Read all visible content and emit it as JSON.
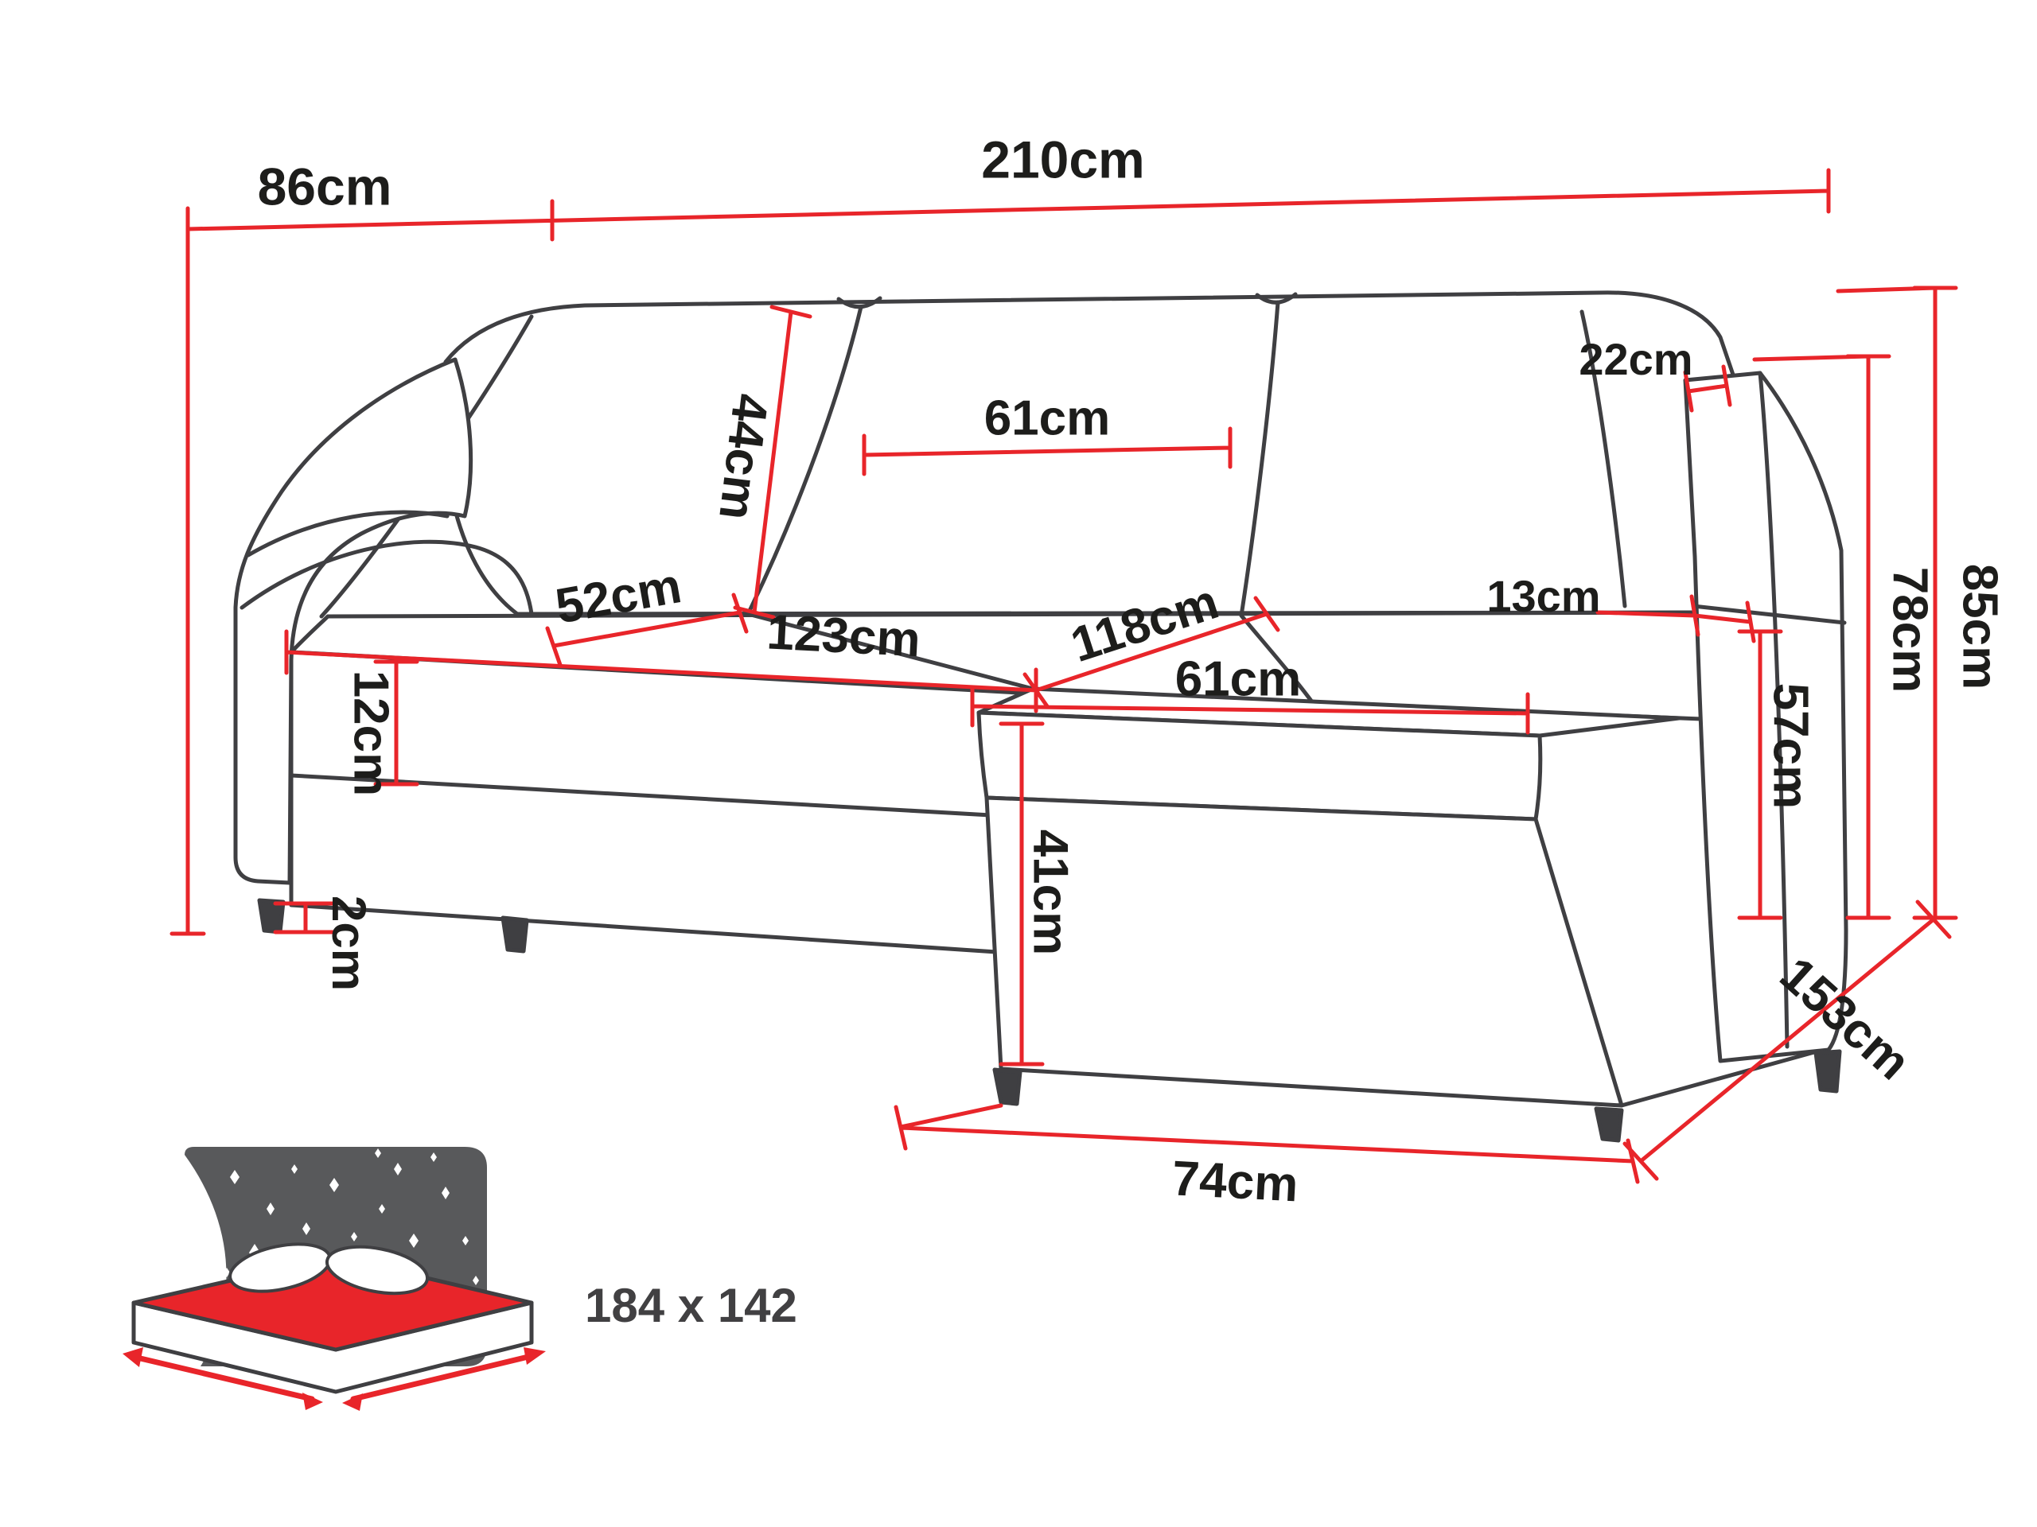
{
  "diagram": {
    "type": "furniture-dimension-diagram",
    "product": "corner sofa bed with chaise",
    "labels": {
      "depth": "86cm",
      "width": "210cm",
      "armtop": "22cm",
      "back_cushion_h": "44cm",
      "back_cushion_w": "61cm",
      "seat_depth": "52cm",
      "seat_w": "123cm",
      "chaise_len": "118cm",
      "chaise_seat_w": "61cm",
      "cushion_th": "12cm",
      "arm_w": "13cm",
      "height": "85cm",
      "back_h": "78cm",
      "arm_h": "57cm",
      "chaise_h": "41cm",
      "leg_h": "2cm",
      "chaise_depth": "153cm",
      "chaise_w": "74cm"
    },
    "bed": {
      "label": "184 x 142"
    },
    "colors": {
      "outline": "#3f3f42",
      "dimension": "#e8252a",
      "text": "#1d1d1b",
      "icon_bg": "#58595b",
      "icon_accent": "#e8252a",
      "icon_text": "#414042"
    }
  }
}
